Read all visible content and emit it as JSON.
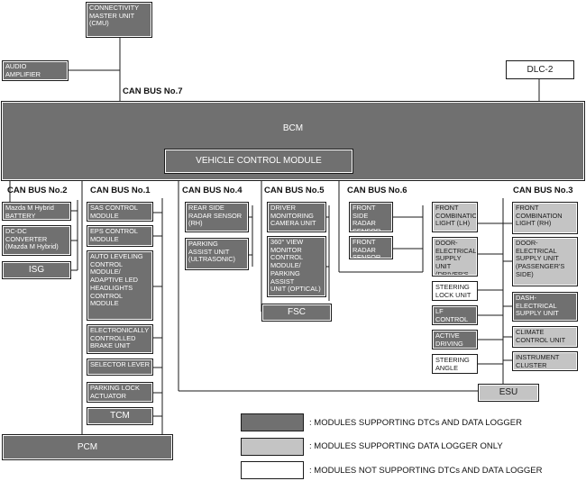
{
  "buses": {
    "no7": "CAN BUS No.7",
    "no2": "CAN BUS No.2",
    "no1": "CAN BUS No.1",
    "no4": "CAN BUS No.4",
    "no5": "CAN BUS No.5",
    "no6": "CAN BUS No.6",
    "no3": "CAN BUS No.3"
  },
  "modules": {
    "cmu": "CONNECTIVITY\nMASTER UNIT\n(CMU)",
    "audio_amplifier": "AUDIO\nAMPLIFIER",
    "dlc2": "DLC-2",
    "bcm": "BCM",
    "vcm": "VEHICLE CONTROL MODULE",
    "mazda_battery": "Mazda M Hybrid\nBATTERY",
    "dcdc": "DC-DC\nCONVERTER\n(Mazda M Hybrid)",
    "isg": "ISG",
    "sas": "SAS CONTROL\nMODULE",
    "eps": "EPS CONTROL\nMODULE",
    "auto_leveling": "AUTO LEVELING\nCONTROL\nMODULE/\nADAPTIVE LED\nHEADLIGHTS\nCONTROL\nMODULE",
    "ecbu": "ELECTRONICALLY\nCONTROLLED\nBRAKE UNIT",
    "selector_lever": "SELECTOR LEVER",
    "parking_lock": "PARKING LOCK\nACTUATOR",
    "tcm": "TCM",
    "pcm": "PCM",
    "rear_radar": "REAR SIDE\nRADAR SENSOR\n(RH)",
    "parking_assist": "PARKING\nASSIST UNIT\n(ULTRASONIC)",
    "dmcu": "DRIVER\nMONITORING\nCAMERA UNIT",
    "view360": "360° VIEW\nMONITOR\nCONTROL\nMODULE/\nPARKING ASSIST\nUNIT (OPTICAL)",
    "fsc": "FSC",
    "front_side_radar": "FRONT SIDE\nRADAR SENSOR\n(LH)",
    "front_radar": "FRONT RADAR\nSENSOR",
    "fcl_lh": "FRONT\nCOMBINATION\nLIGHT (LH)",
    "fcl_rh": "FRONT\nCOMBINATION\nLIGHT (RH)",
    "door_driver": "DOOR-\nELECTRICAL\nSUPPLY UNIT\n(DRIVER'S SIDE)",
    "door_passenger": "DOOR-\nELECTRICAL\nSUPPLY UNIT\n(PASSENGER'S\nSIDE)",
    "steering_lock": "STEERING\nLOCK UNIT",
    "dash_supply": "DASH-\nELECTRICAL\nSUPPLY UNIT",
    "lf_control": "LF CONTROL\nUNIT",
    "active_display": "ACTIVE DRIVING\nDISPLAY",
    "climate": "CLIMATE\nCONTROL UNIT",
    "steering_angle": "STEERING\nANGLE SENSOR",
    "cluster": "INSTRUMENT\nCLUSTER",
    "esu": "ESU"
  },
  "legend": {
    "dark": ": MODULES SUPPORTING DTCs AND DATA LOGGER",
    "light": ": MODULES SUPPORTING  DATA LOGGER ONLY",
    "white": ": MODULES NOT SUPPORTING DTCs AND DATA LOGGER"
  },
  "colors": {
    "dark": "#707070",
    "light": "#c4c4c4",
    "white": "#ffffff"
  }
}
